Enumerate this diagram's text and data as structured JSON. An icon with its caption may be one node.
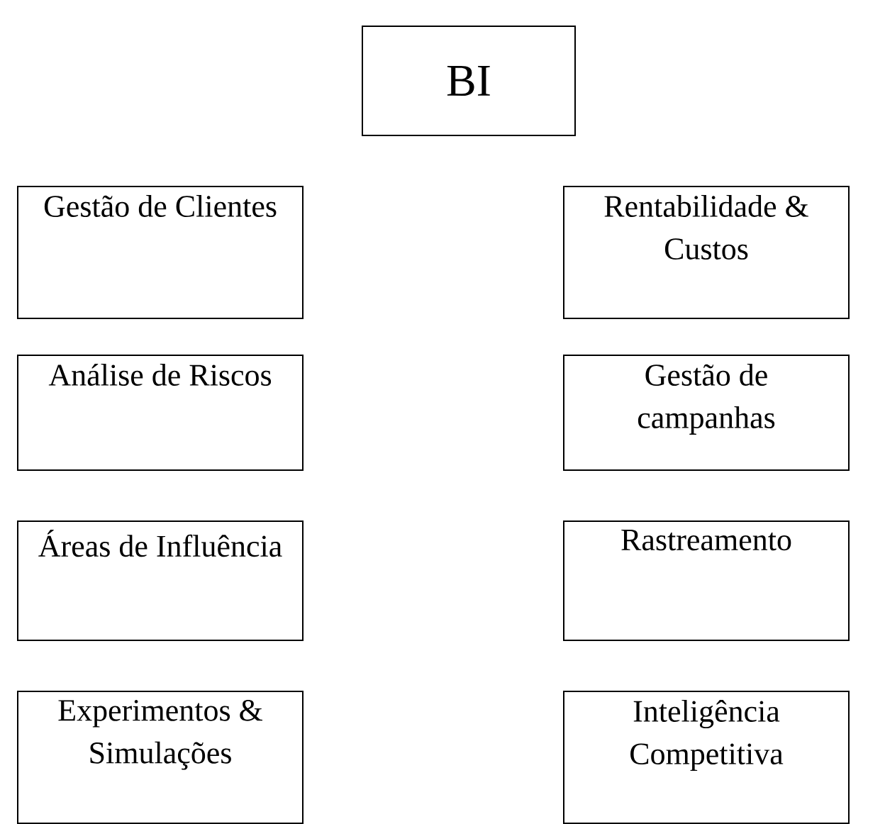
{
  "diagram": {
    "nodes": [
      {
        "text": [
          "BI"
        ]
      },
      {
        "text": [
          "Gestão de Clientes"
        ]
      },
      {
        "text": [
          "Rentabilidade & Custos"
        ]
      },
      {
        "text": [
          "Análise de Riscos"
        ]
      },
      {
        "text": [
          "Gestão de campanhas"
        ]
      },
      {
        "text": [
          "Áreas de Influência"
        ]
      },
      {
        "text": [
          "Rastreamento"
        ]
      },
      {
        "text": [
          "Experimentos & Simulações"
        ]
      },
      {
        "text": [
          "Inteligência Competitiva"
        ]
      }
    ]
  }
}
